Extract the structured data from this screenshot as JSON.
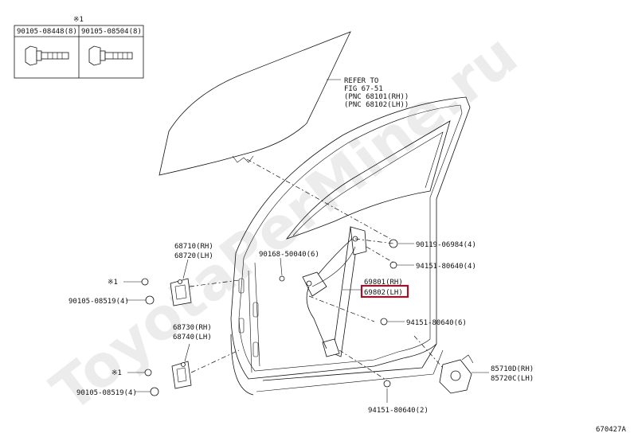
{
  "watermark": "ToyotaPerMine.ru",
  "table": {
    "note": "※1",
    "col1": "90105-08448(8)",
    "col2": "90105-08504(8)"
  },
  "refer": {
    "line1": "REFER TO",
    "line2": "FIG 67-51",
    "line3": "(PNC 68101(RH))",
    "line4": "(PNC 68102(LH))"
  },
  "labels": {
    "hinge_upper_rh": "68710(RH)",
    "hinge_upper_lh": "68720(LH)",
    "hinge_lower_rh": "68730(RH)",
    "hinge_lower_lh": "68740(LH)",
    "bolt_upper_note": "※1",
    "bolt_upper": "90105-08519(4)",
    "bolt_lower_note": "※1",
    "bolt_lower": "90105-08519(4)",
    "grommet": "90168-50040(6)",
    "screw_top": "90119-06984(4)",
    "nut_mid": "94151-80640(4)",
    "regulator_rh": "69801(RH)",
    "regulator_lh": "69802(LH)",
    "nut_lower": "94151-80640(6)",
    "motor_rh": "85710D(RH)",
    "motor_lh": "85720C(LH)",
    "nut_bottom": "94151-80640(2)"
  },
  "figure_code": "670427A"
}
